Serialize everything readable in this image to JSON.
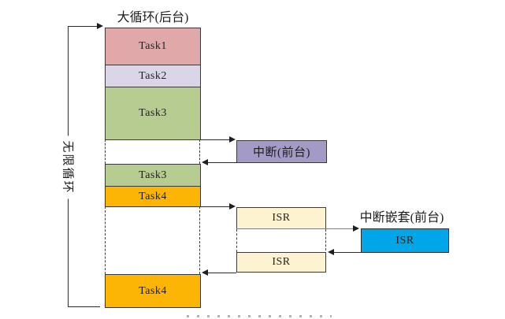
{
  "diagram": {
    "title": "大循环(后台)",
    "infinite_loop_label": "无限循环",
    "column": {
      "segments": [
        {
          "name": "task1",
          "label": "Task1",
          "color": "#e0a8a8"
        },
        {
          "name": "task2",
          "label": "Task2",
          "color": "#dbd5e8"
        },
        {
          "name": "task3",
          "label": "Task3",
          "color": "#b7cc90"
        },
        {
          "name": "task3-resume",
          "label": "Task3",
          "color": "#b7cc90"
        },
        {
          "name": "task4",
          "label": "Task4",
          "color": "#fcb505"
        },
        {
          "name": "task4-resume",
          "label": "Task4",
          "color": "#fcb505"
        }
      ]
    },
    "foreground": {
      "interrupt": {
        "label": "中断(前台)",
        "color": "#a49ac6"
      },
      "isr_first": {
        "label": "ISR",
        "color": "#fdf3d0"
      },
      "isr_second": {
        "label": "ISR",
        "color": "#fdf3d0"
      },
      "nested": {
        "heading": "中断嵌套(前台)",
        "label": "ISR",
        "color": "#00a6e8"
      }
    }
  }
}
